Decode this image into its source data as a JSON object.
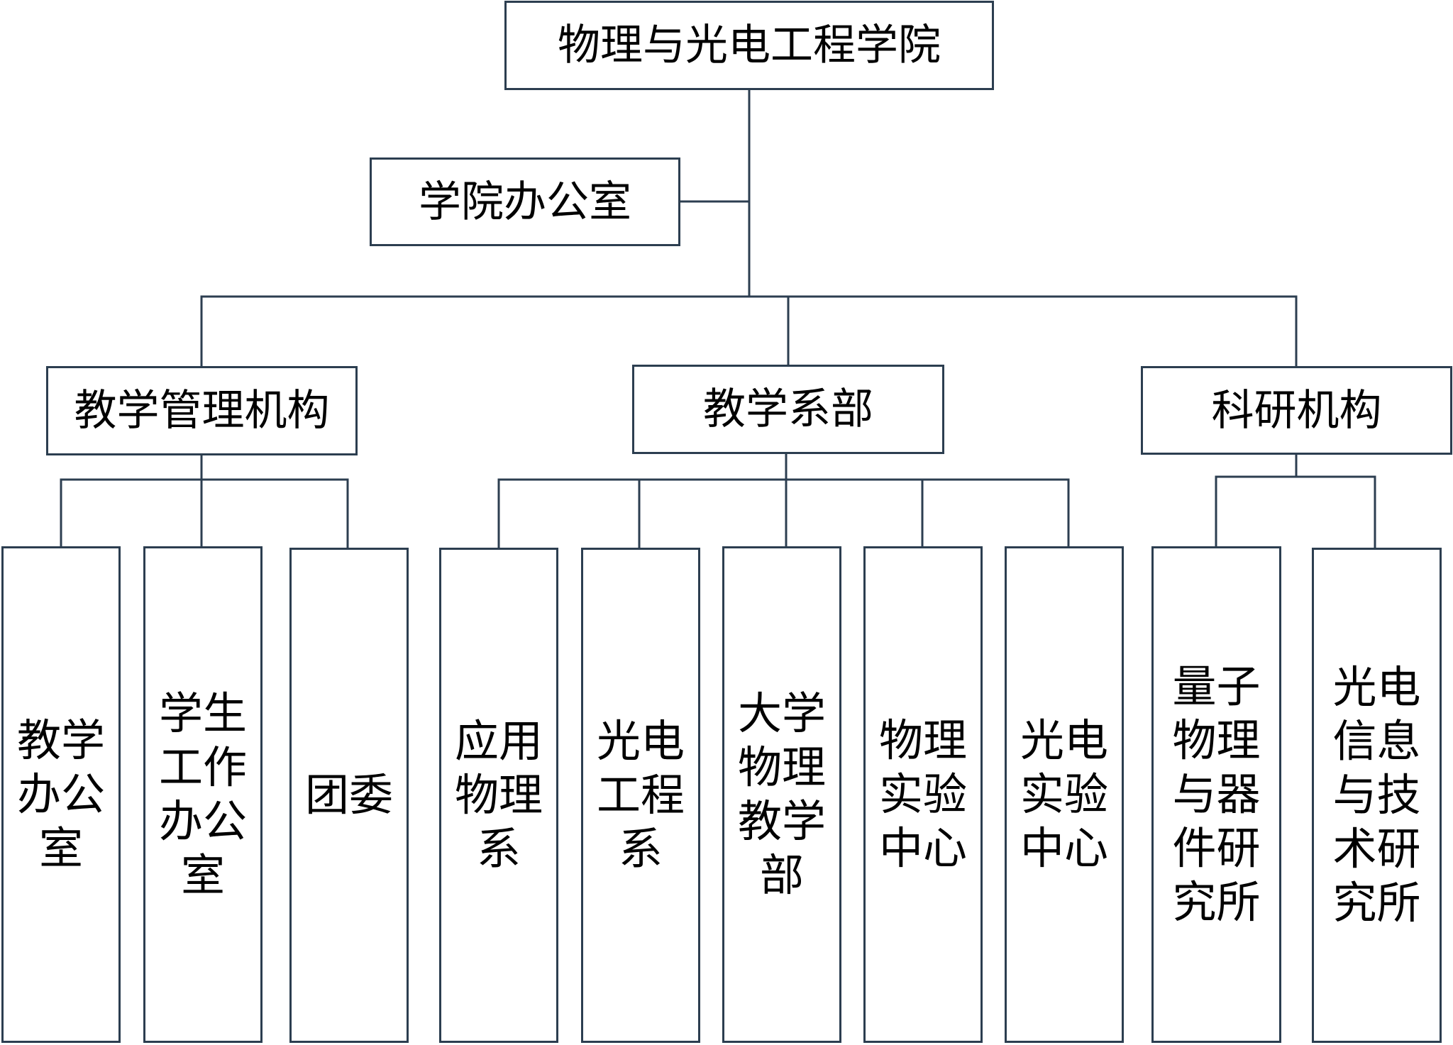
{
  "diagram": {
    "root": {
      "label": "物理与光电工程学院"
    },
    "office": {
      "label": "学院办公室"
    },
    "groups": [
      {
        "label": "教学管理机构",
        "children": [
          "教学办公室",
          "学生工作办公室",
          "团委"
        ]
      },
      {
        "label": "教学系部",
        "children": [
          "应用物理系",
          "光电工程系",
          "大学物理教学部",
          "物理实验中心",
          "光电实验中心"
        ]
      },
      {
        "label": "科研机构",
        "children": [
          "量子物理与器件研究所",
          "光电信息与技术研究所"
        ]
      }
    ]
  }
}
